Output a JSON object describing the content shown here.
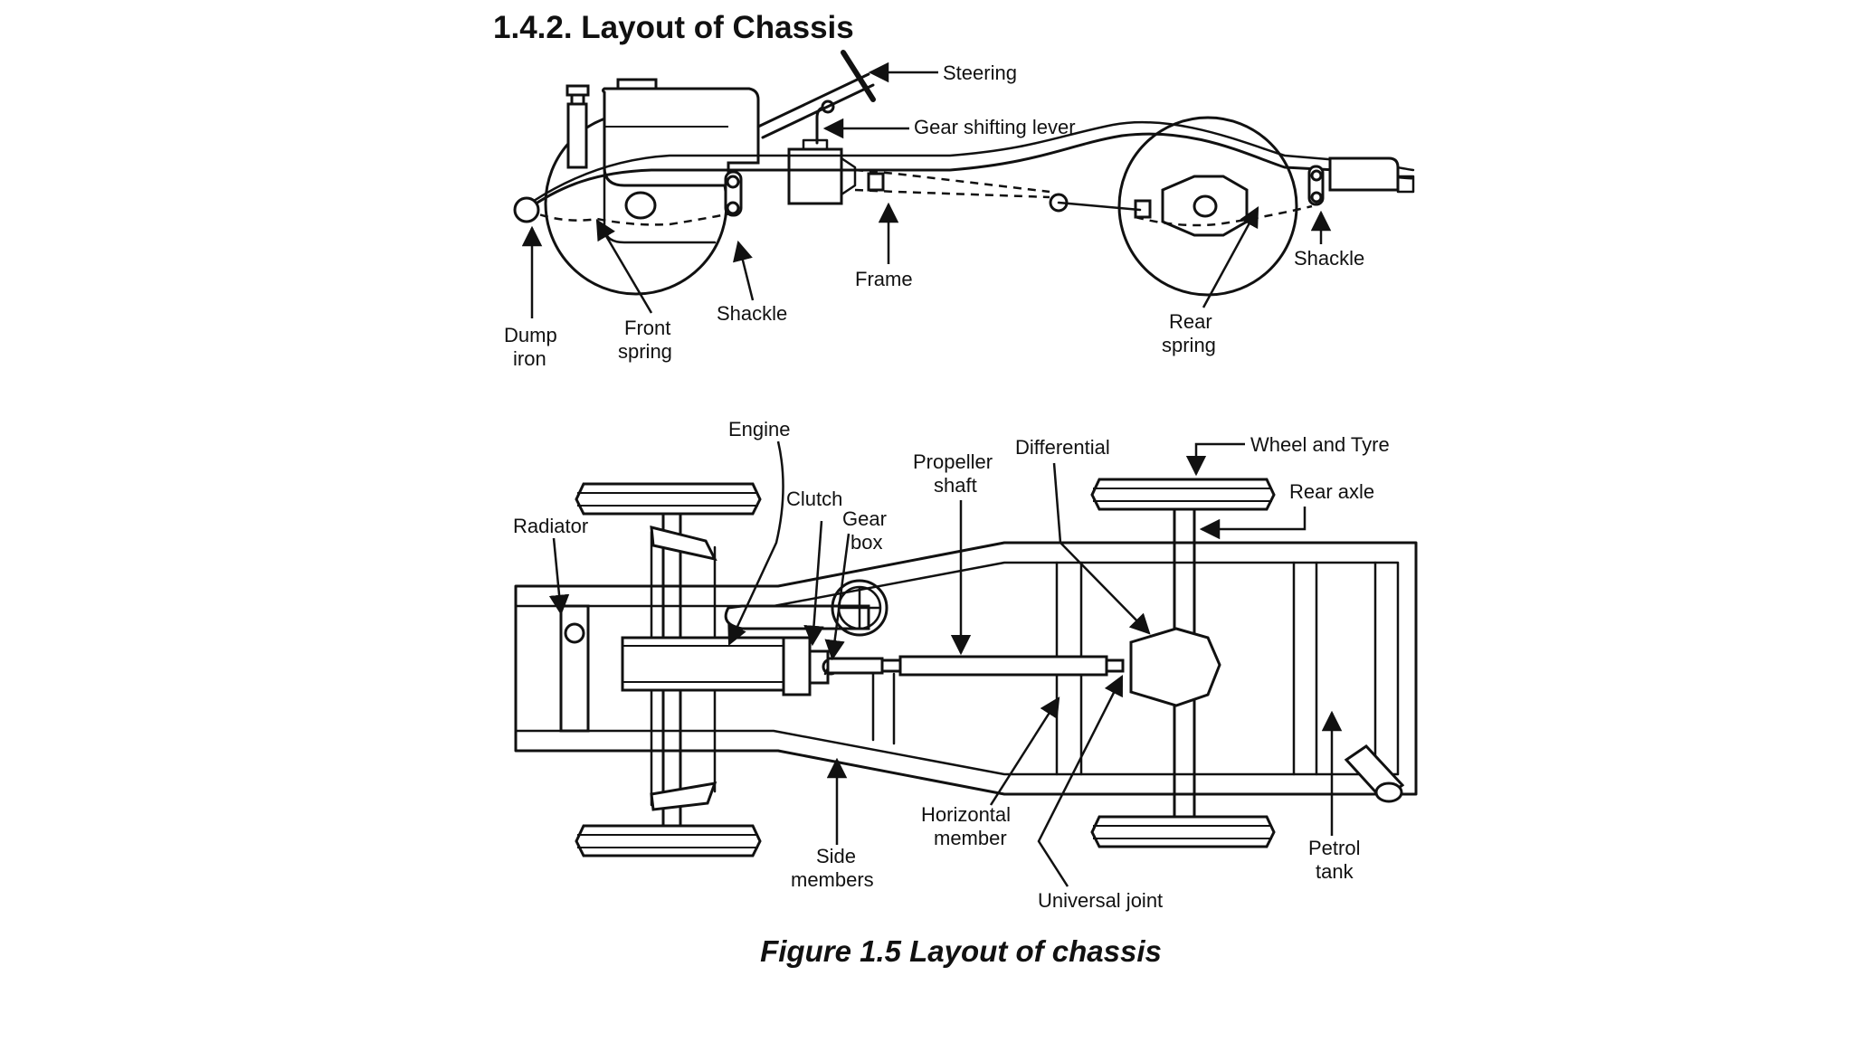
{
  "heading": "1.4.2. Layout of Chassis",
  "side_view": {
    "labels": {
      "steering": "Steering",
      "gear_shifting_lever": "Gear shifting lever",
      "frame": "Frame",
      "shackle_front": "Shackle",
      "shackle_rear": "Shackle",
      "dump_iron_1": "Dump",
      "dump_iron_2": "iron",
      "front_spring_1": "Front",
      "front_spring_2": "spring",
      "rear_spring_1": "Rear",
      "rear_spring_2": "spring"
    }
  },
  "top_view": {
    "labels": {
      "engine": "Engine",
      "radiator": "Radiator",
      "clutch": "Clutch",
      "gear_box_1": "Gear",
      "gear_box_2": "box",
      "propeller_shaft_1": "Propeller",
      "propeller_shaft_2": "shaft",
      "differential": "Differential",
      "wheel_and_tyre": "Wheel and Tyre",
      "rear_axle": "Rear axle",
      "side_members_1": "Side",
      "side_members_2": "members",
      "horizontal_member_1": "Horizontal",
      "horizontal_member_2": "member",
      "universal_joint": "Universal joint",
      "petrol_tank_1": "Petrol",
      "petrol_tank_2": "tank"
    }
  },
  "caption": "Figure 1.5 Layout of chassis"
}
